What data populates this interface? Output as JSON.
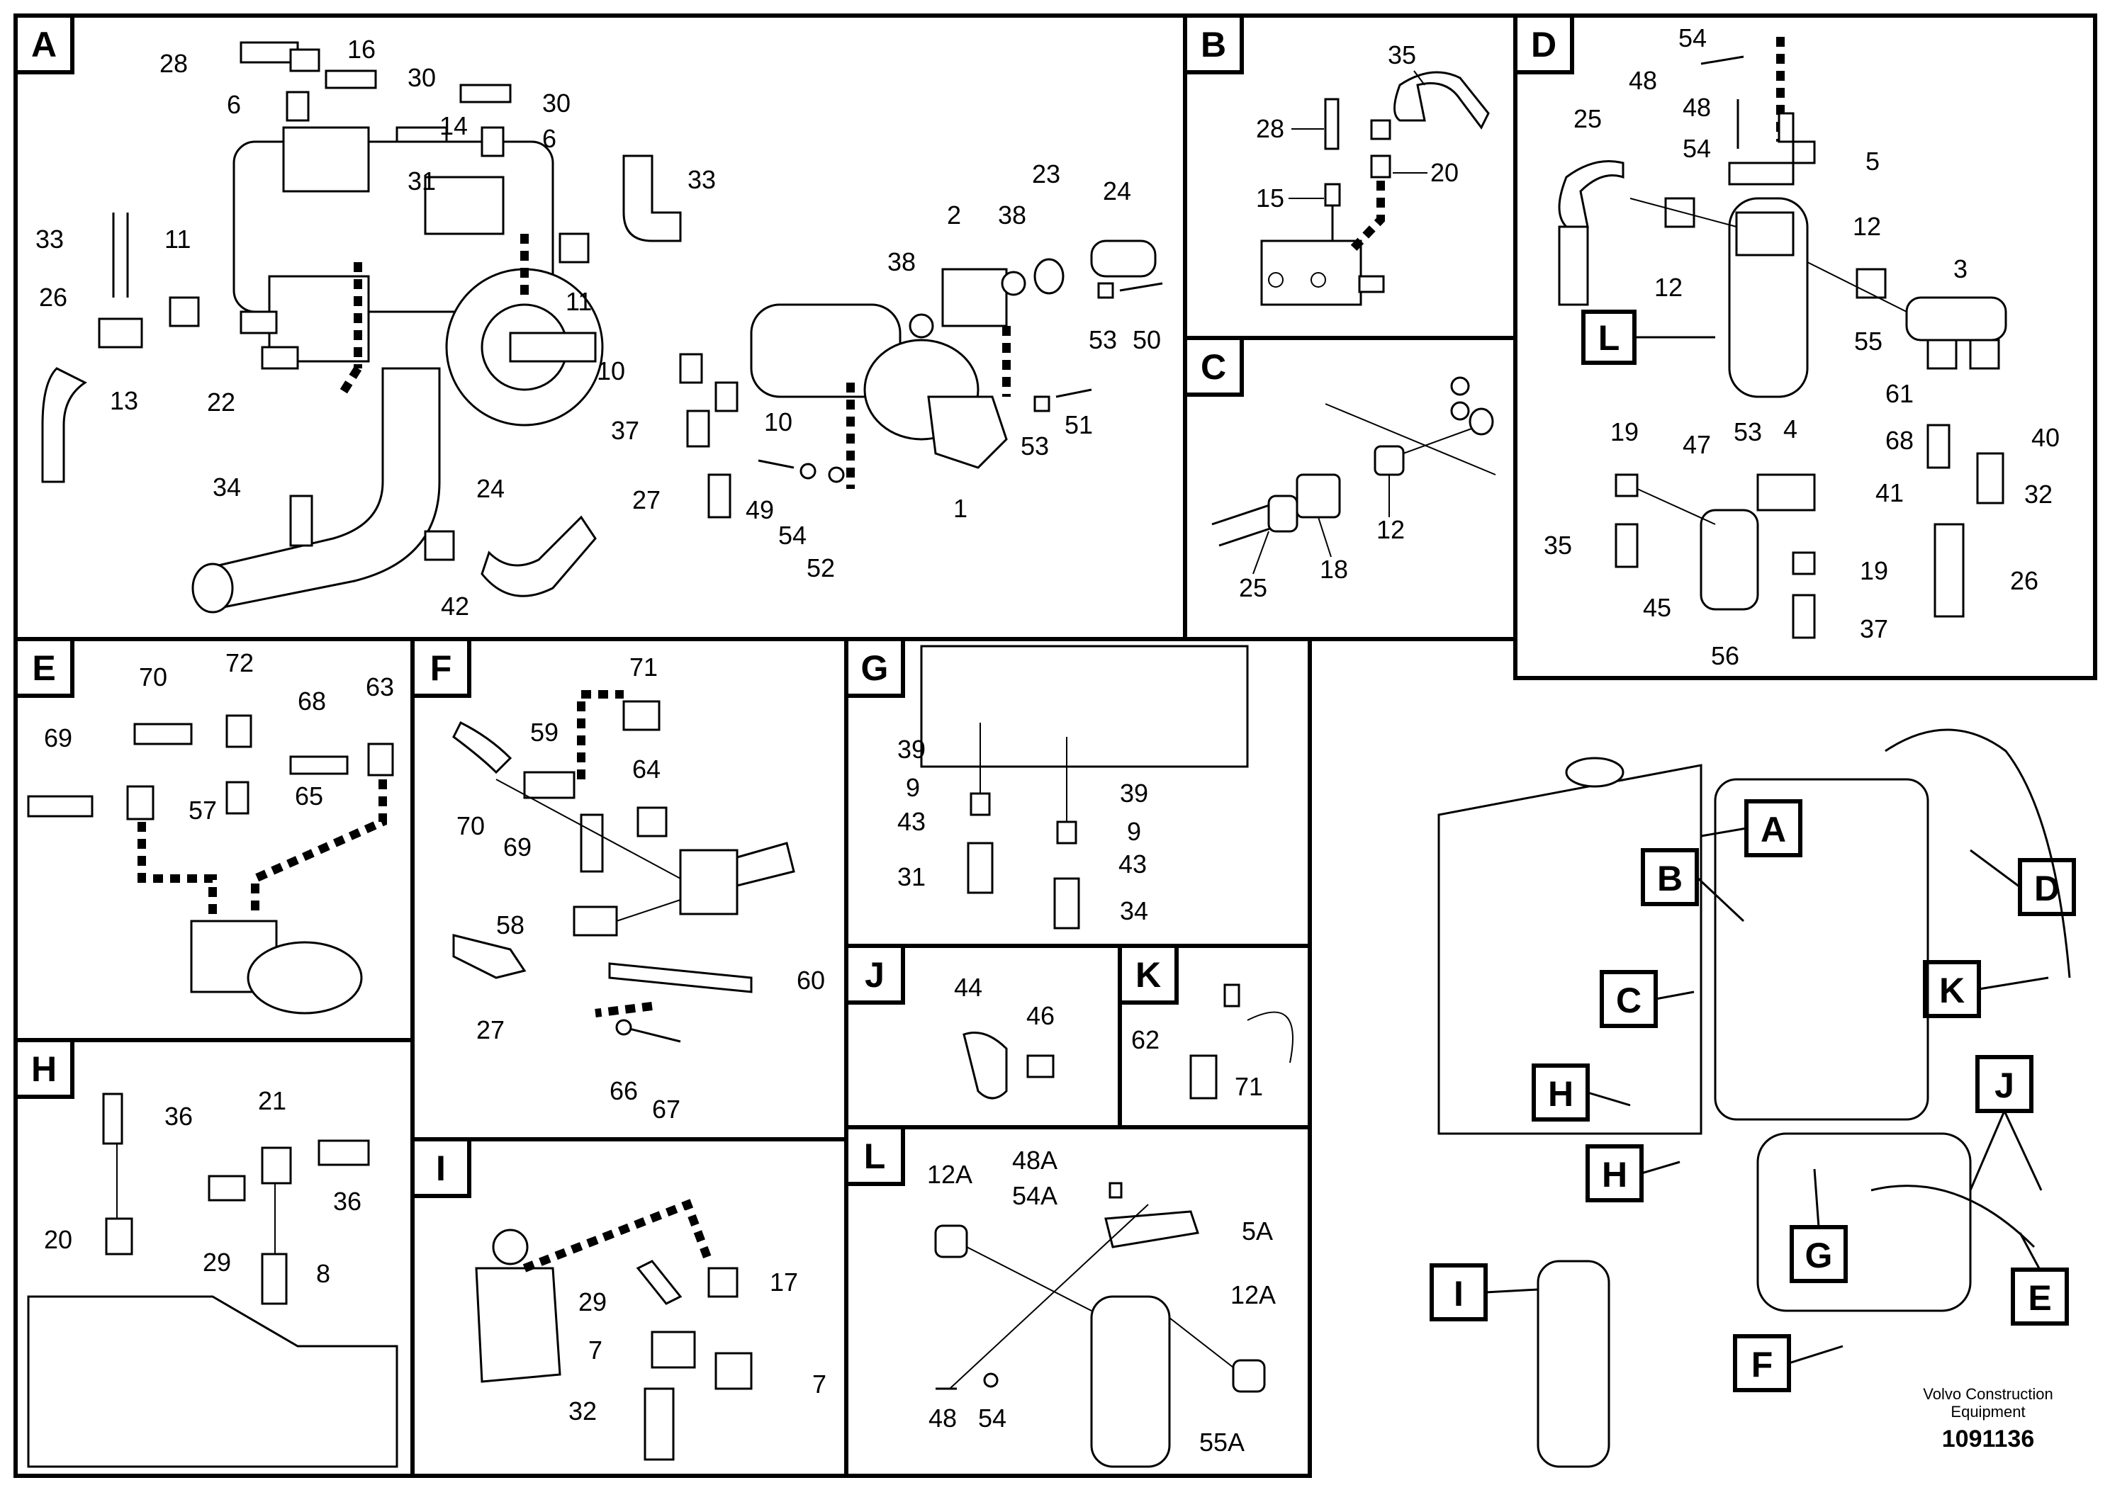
{
  "panels": {
    "A": {
      "badge": "A",
      "labels": [
        "28",
        "16",
        "30",
        "6",
        "30",
        "14",
        "6",
        "31",
        "33",
        "33",
        "11",
        "26",
        "13",
        "11",
        "22",
        "34",
        "24",
        "42",
        "2",
        "38",
        "23",
        "24",
        "38",
        "53",
        "50",
        "10",
        "10",
        "37",
        "27",
        "49",
        "54",
        "52",
        "1",
        "53",
        "51"
      ]
    },
    "B": {
      "badge": "B",
      "labels": [
        "35",
        "28",
        "20",
        "15"
      ]
    },
    "C": {
      "badge": "C",
      "labels": [
        "25",
        "18",
        "12"
      ]
    },
    "D": {
      "badge": "D",
      "labels": [
        "54",
        "48",
        "48",
        "54",
        "5",
        "25",
        "12",
        "12",
        "3",
        "L",
        "55",
        "61",
        "68",
        "40",
        "19",
        "47",
        "53",
        "4",
        "41",
        "32",
        "35",
        "45",
        "19",
        "26",
        "56",
        "37"
      ]
    },
    "E": {
      "badge": "E",
      "labels": [
        "70",
        "72",
        "68",
        "63",
        "69",
        "57",
        "65"
      ]
    },
    "F": {
      "badge": "F",
      "labels": [
        "71",
        "59",
        "64",
        "70",
        "69",
        "58",
        "27",
        "60",
        "66",
        "67"
      ]
    },
    "G": {
      "badge": "G",
      "labels": [
        "39",
        "9",
        "43",
        "31",
        "39",
        "9",
        "43",
        "34"
      ]
    },
    "H": {
      "badge": "H",
      "labels": [
        "36",
        "21",
        "36",
        "20",
        "29",
        "8"
      ]
    },
    "I": {
      "badge": "I",
      "labels": [
        "17",
        "29",
        "7",
        "32",
        "7"
      ]
    },
    "J": {
      "badge": "J",
      "labels": [
        "44",
        "46"
      ]
    },
    "K": {
      "badge": "K",
      "labels": [
        "62",
        "71"
      ]
    },
    "L": {
      "badge": "L",
      "labels": [
        "12A",
        "48A",
        "54A",
        "5A",
        "12A",
        "48",
        "54",
        "55A"
      ]
    }
  },
  "overview": {
    "callouts": [
      "A",
      "B",
      "D",
      "C",
      "K",
      "H",
      "H",
      "J",
      "G",
      "E",
      "I",
      "F"
    ]
  },
  "footer": {
    "brand_line1": "Volvo Construction",
    "brand_line2": "Equipment",
    "doc_number": "1091136"
  }
}
